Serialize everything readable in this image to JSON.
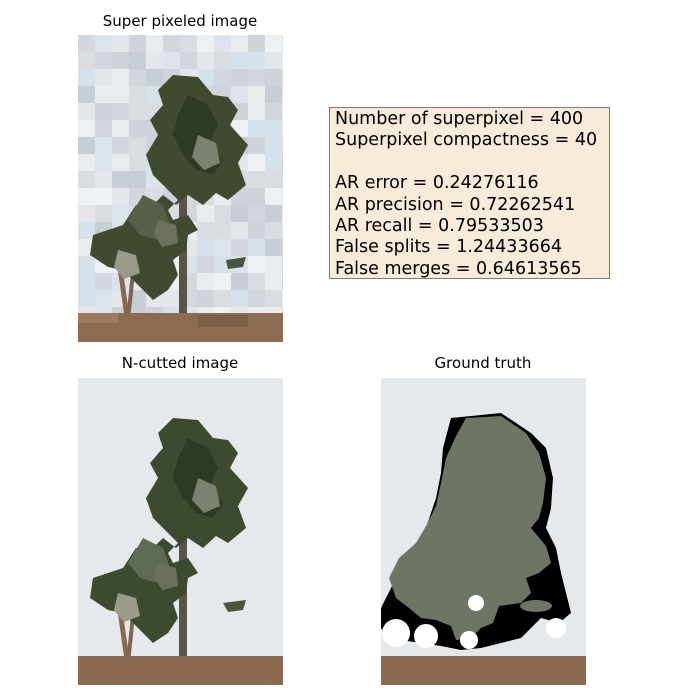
{
  "panels": {
    "superpixel": {
      "title": "Super pixeled image"
    },
    "ncut": {
      "title": "N-cutted image"
    },
    "ground_truth": {
      "title": "Ground truth"
    }
  },
  "metrics": {
    "num_superpixel": "Number of superpixel = 400",
    "compactness": "Superpixel compactness = 40",
    "ar_error": "AR error = 0.24276116",
    "ar_precision": "AR precision = 0.72262541",
    "ar_recall": "AR recall = 0.79533503",
    "false_splits": "False splits = 1.24433664",
    "false_merges": "False merges = 0.64613565"
  },
  "colors": {
    "sky": "#e6e9ec",
    "ground": "#8c6a4e",
    "foliage_dark": "#3e4a30",
    "foliage_mid": "#5f6a52",
    "gt_region": "#6f7565",
    "gt_edge": "#000000",
    "metrics_bg": "#f8ebd9"
  }
}
